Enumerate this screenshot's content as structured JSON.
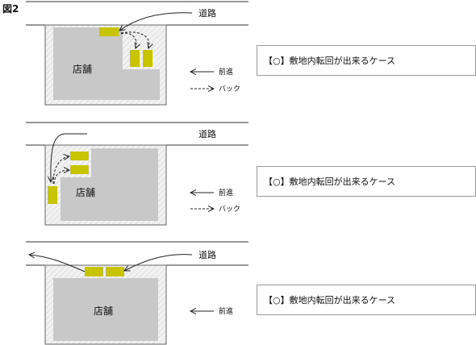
{
  "figure_label": "図2",
  "store_label": "店舗",
  "road_label": "道路",
  "legend": {
    "forward": "前進",
    "back": "バック"
  },
  "cases": [
    {
      "text": "【○】敷地内転回が出来るケース"
    },
    {
      "text": "【○】敷地内転回が出来るケース"
    },
    {
      "text": "【○】敷地内転回が出来るケース"
    }
  ],
  "colors": {
    "car": "#c9c400",
    "building": "#c8c8c8",
    "lot": "#eeeeee",
    "road_line": "#333333"
  }
}
